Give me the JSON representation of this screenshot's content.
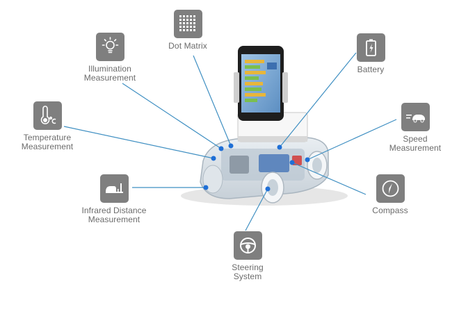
{
  "colors": {
    "icon_bg": "#7f7f7f",
    "connector": "#3f8fc2",
    "dot": "#1f6fd6",
    "label": "#6b6b6b"
  },
  "features": {
    "dot_matrix": {
      "icon": "grid-icon",
      "lines": [
        "Dot Matrix"
      ]
    },
    "illumination": {
      "icon": "lightbulb-icon",
      "lines": [
        "Illumination",
        "Measurement"
      ]
    },
    "temperature": {
      "icon": "thermometer-icon",
      "lines": [
        "Temperature",
        "Measurement"
      ]
    },
    "infrared": {
      "icon": "distance-icon",
      "lines": [
        "Infrared Distance",
        "Measurement"
      ]
    },
    "steering": {
      "icon": "steering-wheel-icon",
      "lines": [
        "Steering",
        "System"
      ]
    },
    "compass": {
      "icon": "compass-icon",
      "lines": [
        "Compass"
      ]
    },
    "speed": {
      "icon": "speed-icon",
      "lines": [
        "Speed",
        "Measurement"
      ]
    },
    "battery": {
      "icon": "battery-icon",
      "lines": [
        "Battery"
      ]
    }
  }
}
